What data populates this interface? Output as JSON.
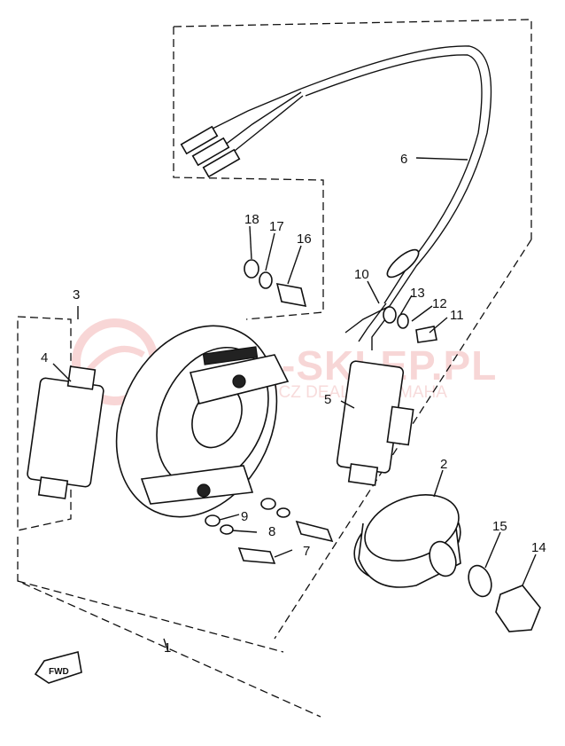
{
  "watermark": {
    "brand": "-SKLEP.PL",
    "subline": "MICHOWICZ DEALER YAMAHA"
  },
  "fwd_label": "FWD",
  "callouts": {
    "c1": "1",
    "c2": "2",
    "c3": "3",
    "c4": "4",
    "c5": "5",
    "c6": "6",
    "c7": "7",
    "c8": "8",
    "c9": "9",
    "c10": "10",
    "c11": "11",
    "c12": "12",
    "c13": "13",
    "c14": "14",
    "c15": "15",
    "c16": "16",
    "c17": "17",
    "c18": "18"
  },
  "colors": {
    "line": "#111111",
    "watermark": "#f2b5b5"
  }
}
